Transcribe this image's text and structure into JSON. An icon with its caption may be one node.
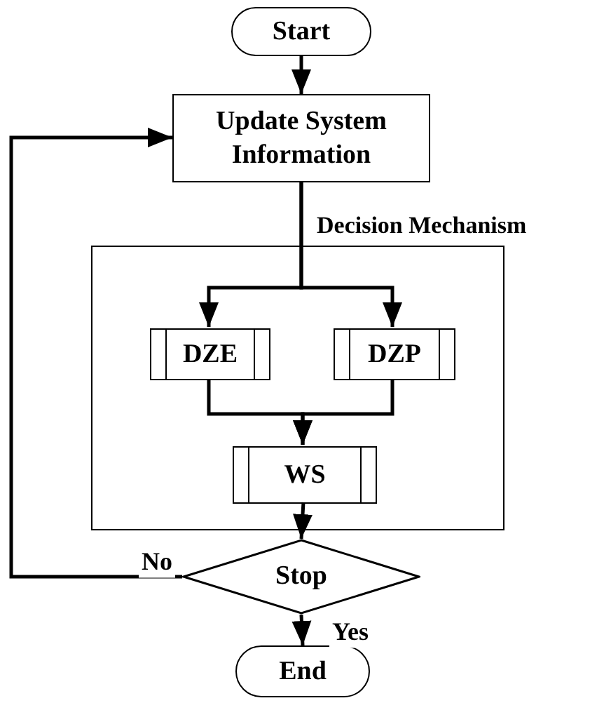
{
  "diagram": {
    "nodes": [
      {
        "text": [
          "Start"
        ]
      },
      {
        "text": [
          "Update System Information"
        ]
      },
      {
        "text": [
          "Decision Mechanism"
        ]
      },
      {
        "text": [
          "DZE"
        ],
        "in": 2
      },
      {
        "text": [
          "DZP"
        ],
        "in": 2
      },
      {
        "text": [
          "WS"
        ],
        "in": 2
      },
      {
        "text": [
          "Stop"
        ]
      },
      {
        "text": [
          "End"
        ]
      }
    ],
    "edges": [
      {
        "from": 0,
        "to": 1,
        "arrow": "to"
      },
      {
        "from": 1,
        "to": 3,
        "arrow": "to"
      },
      {
        "from": 1,
        "to": 4,
        "arrow": "to"
      },
      {
        "from": 3,
        "to": 5,
        "arrow": "to"
      },
      {
        "from": 4,
        "to": 5,
        "arrow": "to"
      },
      {
        "from": 5,
        "to": 6,
        "arrow": "to"
      },
      {
        "from": 6,
        "to": 1,
        "arrow": "to",
        "label": "No"
      },
      {
        "from": 6,
        "to": 7,
        "arrow": "to",
        "label": "Yes"
      }
    ]
  }
}
